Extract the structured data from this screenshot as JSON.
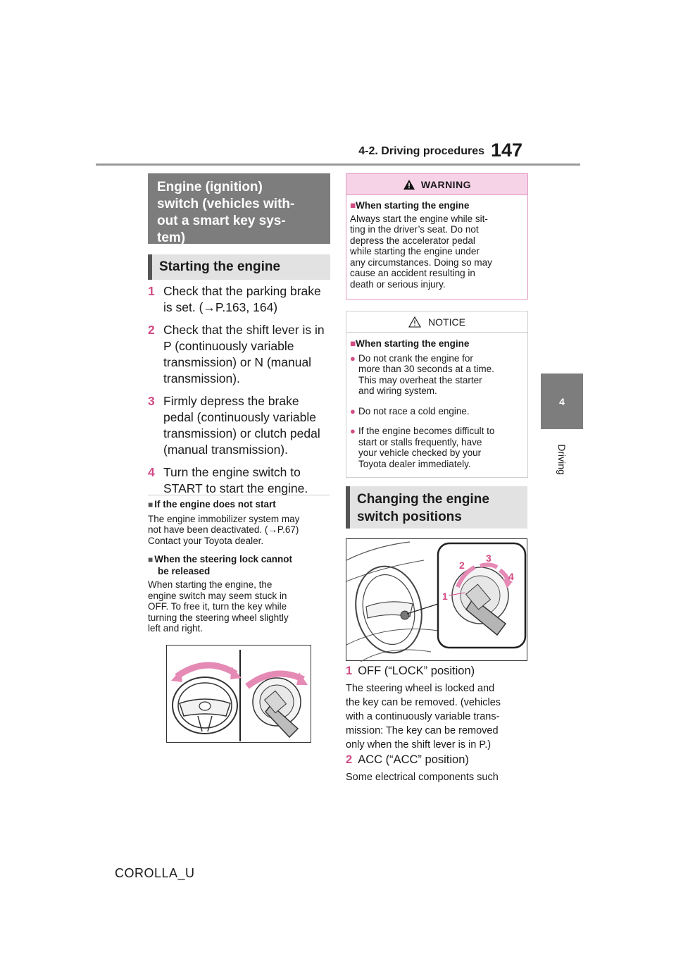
{
  "header": {
    "section": "4-2. Driving procedures",
    "page_number": "147"
  },
  "side_tab": {
    "number": "4",
    "label": "Driving"
  },
  "footer": {
    "doc_code": "COROLLA_U"
  },
  "chapter": {
    "title_lines": [
      "Engine (ignition)",
      "switch (vehicles with-",
      "out a smart key sys-",
      "tem)"
    ]
  },
  "starting": {
    "heading": "Starting the engine",
    "steps": [
      {
        "num": "1",
        "lines": [
          "Check that the parking brake",
          "is set. (→P.163, 164)"
        ]
      },
      {
        "num": "2",
        "lines": [
          "Check that the shift lever is in",
          "P (continuously variable",
          "transmission) or N (manual",
          "transmission)."
        ]
      },
      {
        "num": "3",
        "lines": [
          "Firmly depress the brake",
          "pedal (continuously variable",
          "transmission) or clutch pedal",
          "(manual transmission)."
        ]
      },
      {
        "num": "4",
        "lines": [
          "Turn the engine switch to",
          "START to start the engine."
        ]
      }
    ]
  },
  "notes": [
    {
      "marker": "■",
      "title": "If the engine does not start",
      "lines": [
        "The engine immobilizer system may",
        "not have been deactivated. (→P.67)",
        "Contact your Toyota dealer."
      ]
    },
    {
      "marker": "■",
      "title_lines": [
        "When the steering lock cannot",
        "be released"
      ],
      "lines": [
        "When starting the engine, the",
        "engine switch may seem stuck in",
        "OFF. To free it, turn the key while",
        "turning the steering wheel slightly",
        "left and right."
      ]
    }
  ],
  "warning": {
    "label": "WARNING",
    "marker": "■",
    "title": "When starting the engine",
    "lines": [
      "Always start the engine while sit-",
      "ting in the driver’s seat. Do not",
      "depress the accelerator pedal",
      "while starting the engine under",
      "any circumstances. Doing so may",
      "cause an accident resulting in",
      "death or serious injury."
    ]
  },
  "notice": {
    "label": "NOTICE",
    "marker": "■",
    "title": "When starting the engine",
    "bullet": "●",
    "bullets": [
      [
        "Do not crank the engine for",
        "more than 30 seconds at a time.",
        "This may overheat the starter",
        "and wiring system."
      ],
      [
        "Do not race a cold engine."
      ],
      [
        "If the engine becomes difficult to",
        "start or stalls frequently, have",
        "your vehicle checked by your",
        "Toyota dealer immediately."
      ]
    ]
  },
  "changing": {
    "heading_lines": [
      "Changing the engine",
      "switch positions"
    ],
    "figure_labels": [
      "1",
      "2",
      "3",
      "4"
    ],
    "positions": [
      {
        "num": "1",
        "label": "OFF (“LOCK” position)",
        "lines": [
          "The steering wheel is locked and",
          "the key can be removed. (vehicles",
          "with a continuously variable trans-",
          "mission: The key can be removed",
          "only when the shift lever is in P.)"
        ]
      },
      {
        "num": "2",
        "label": "ACC (“ACC” position)",
        "lines": [
          "Some electrical components such"
        ]
      }
    ]
  },
  "colors": {
    "accent_pink": "#d14b84",
    "header_gray": "#7d7d7d",
    "warning_fill": "#f7d3e8"
  },
  "icons": [
    "warning-triangle-icon",
    "notice-triangle-icon"
  ]
}
